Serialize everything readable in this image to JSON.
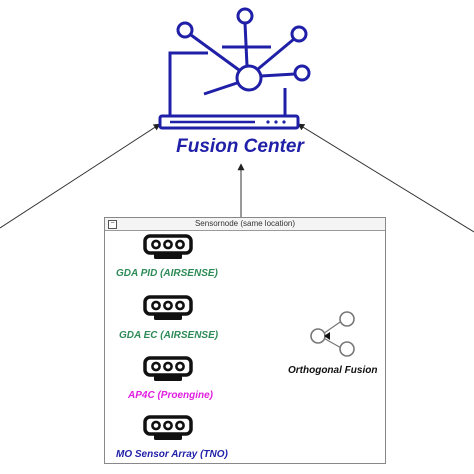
{
  "fusion_center": {
    "title": "Fusion Center",
    "color": "#1f1fa8"
  },
  "sensor_group": {
    "title": "Sensornode (same location)",
    "toggle": "−"
  },
  "sensors": [
    {
      "label": "GDA PID (AIRSENSE)",
      "color": "#2e8b57",
      "icon": "sensor-device-icon"
    },
    {
      "label": "GDA EC (AIRSENSE)",
      "color": "#2e8b57",
      "icon": "sensor-device-icon"
    },
    {
      "label": "AP4C (Proengine)",
      "color": "#e01fe0",
      "icon": "sensor-device-icon"
    },
    {
      "label": "MO Sensor Array (TNO)",
      "color": "#1f1fa8",
      "icon": "sensor-device-icon"
    }
  ],
  "fusion_node": {
    "label": "Orthogonal Fusion",
    "icon": "orthogonal-fusion-icon"
  }
}
